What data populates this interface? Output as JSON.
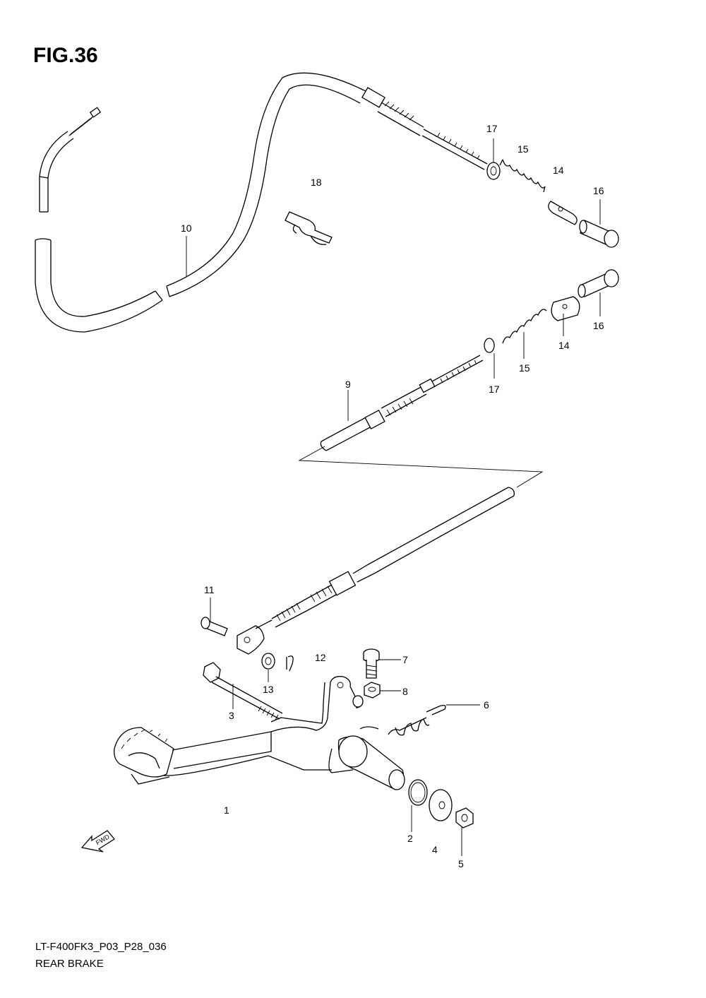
{
  "figure": {
    "title": "FIG.36",
    "code": "LT-F400FK3_P03_P28_036",
    "name": "REAR BRAKE"
  },
  "fwd_arrow_label": "FWD",
  "callouts": {
    "c1": "1",
    "c2": "2",
    "c3": "3",
    "c4": "4",
    "c5": "5",
    "c6": "6",
    "c7": "7",
    "c8": "8",
    "c9": "9",
    "c10": "10",
    "c11": "11",
    "c12": "12",
    "c13": "13",
    "c14_top": "14",
    "c14_bottom": "14",
    "c15_top": "15",
    "c15_bottom": "15",
    "c16_top": "16",
    "c16_bottom": "16",
    "c17_top": "17",
    "c17_bottom": "17",
    "c18": "18"
  }
}
